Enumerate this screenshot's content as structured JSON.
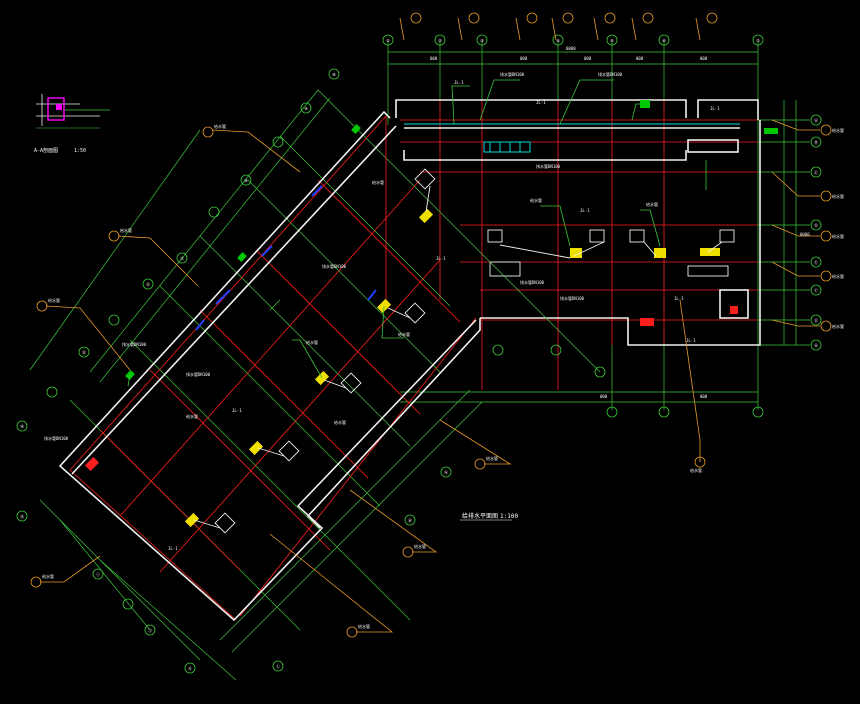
{
  "drawing": {
    "plan_title": "给排水平面图",
    "plan_scale": "1:100",
    "section_title": "A-A剖面图",
    "section_scale": "1:50",
    "dim_text": "000",
    "dim_text_long": "0000",
    "tag_text": "JL-1",
    "note_text": "给水管",
    "label_text": "排水管DN100"
  },
  "colors": {
    "background": "#000000",
    "grid_red": "#ff1e1e",
    "axis_green": "#3cc83c",
    "wall_white": "#f0f0f0",
    "fixture_yellow": "#f0e000",
    "pipe_blue": "#2040ff",
    "leader_orange": "#e89a2a",
    "text_white": "#ffffff",
    "pipe_cyan": "#00d8d8",
    "accent_magenta": "#ff00ff"
  },
  "grid_labels": {
    "top": [
      "①",
      "②",
      "③",
      "④",
      "⑤",
      "⑥",
      "⑦"
    ],
    "right": [
      "Ⓐ",
      "Ⓑ",
      "Ⓒ",
      "Ⓓ",
      "Ⓔ",
      "Ⓕ",
      "Ⓖ",
      "Ⓗ"
    ],
    "left_diag": [
      "⑧",
      "⑨",
      "⑩",
      "⑪",
      "⑫",
      "⑬",
      "⑭",
      "⑮"
    ],
    "bottom_diag": [
      "Ⓘ",
      "Ⓙ",
      "Ⓚ",
      "Ⓛ",
      "Ⓜ",
      "Ⓝ"
    ]
  }
}
